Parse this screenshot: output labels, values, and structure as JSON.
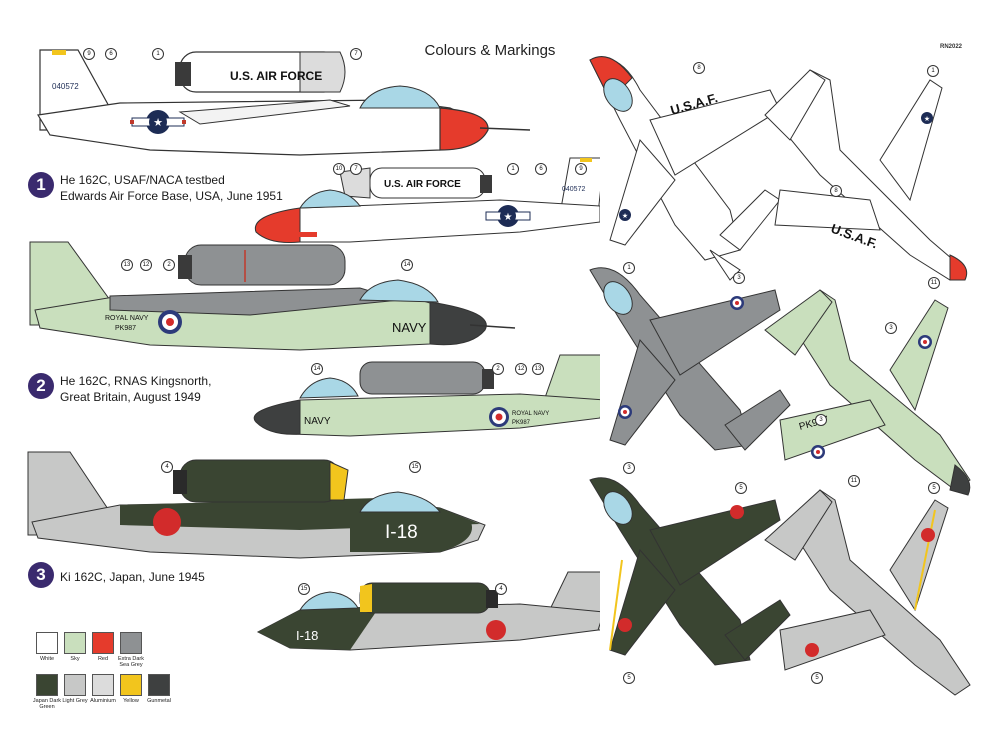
{
  "header": {
    "title": "Colours & Markings",
    "code": "RN2022"
  },
  "schemes": [
    {
      "number": "1",
      "line1": "He 162C, USAF/NACA testbed",
      "line2": "Edwards Air Force Base, USA, June 1951"
    },
    {
      "number": "2",
      "line1": "He 162C, RNAS Kingsnorth,",
      "line2": "Great Britain, August 1949"
    },
    {
      "number": "3",
      "line1": "Ki 162C, Japan, June 1945",
      "line2": ""
    }
  ],
  "markings": {
    "usaf_fuselage": "U.S. AIR FORCE",
    "usaf_wing": "U.S.A.F.",
    "usaf_serial": "040572",
    "navy": "NAVY",
    "royal_navy": "ROYAL NAVY",
    "rn_serial": "PK987",
    "rn_serial_wing": "PK987",
    "japan_code": "I-18"
  },
  "callouts": {
    "s1_left": [
      "9",
      "6",
      "1",
      "7"
    ],
    "s1_right": [
      "10",
      "7",
      "1",
      "6",
      "9"
    ],
    "s1_top": [
      "8",
      "1"
    ],
    "s1_bottom": [
      "1",
      "8"
    ],
    "s2_left": [
      "13",
      "12",
      "2",
      "14"
    ],
    "s2_right": [
      "14",
      "2",
      "12",
      "13"
    ],
    "s2_top": [
      "3",
      "11",
      "3"
    ],
    "s2_bottom": [
      "3",
      "3",
      "11"
    ],
    "s3_left": [
      "4",
      "15"
    ],
    "s3_right": [
      "15",
      "4"
    ],
    "s3_top": [
      "5",
      "5"
    ],
    "s3_bottom": [
      "5",
      "5"
    ]
  },
  "palette": [
    {
      "label": "White",
      "color": "#ffffff"
    },
    {
      "label": "Sky",
      "color": "#c9dfbd"
    },
    {
      "label": "Red",
      "color": "#e53b2c"
    },
    {
      "label": "Extra Dark Sea Grey",
      "color": "#8e9193"
    },
    {
      "label": "Japan Dark Green",
      "color": "#3a4532"
    },
    {
      "label": "Light Grey",
      "color": "#c7c8c7"
    },
    {
      "label": "Aluminium",
      "color": "#dcdcdc"
    },
    {
      "label": "Yellow",
      "color": "#f2c51d"
    },
    {
      "label": "Gunmetal",
      "color": "#3e4040"
    }
  ],
  "colors": {
    "canopy": "#a9d7e6",
    "insignia_blue": "#1d2c55",
    "roundel_blue": "#2c3a7a",
    "hinomaru": "#d22b2b",
    "badge": "#3a2a6e"
  }
}
